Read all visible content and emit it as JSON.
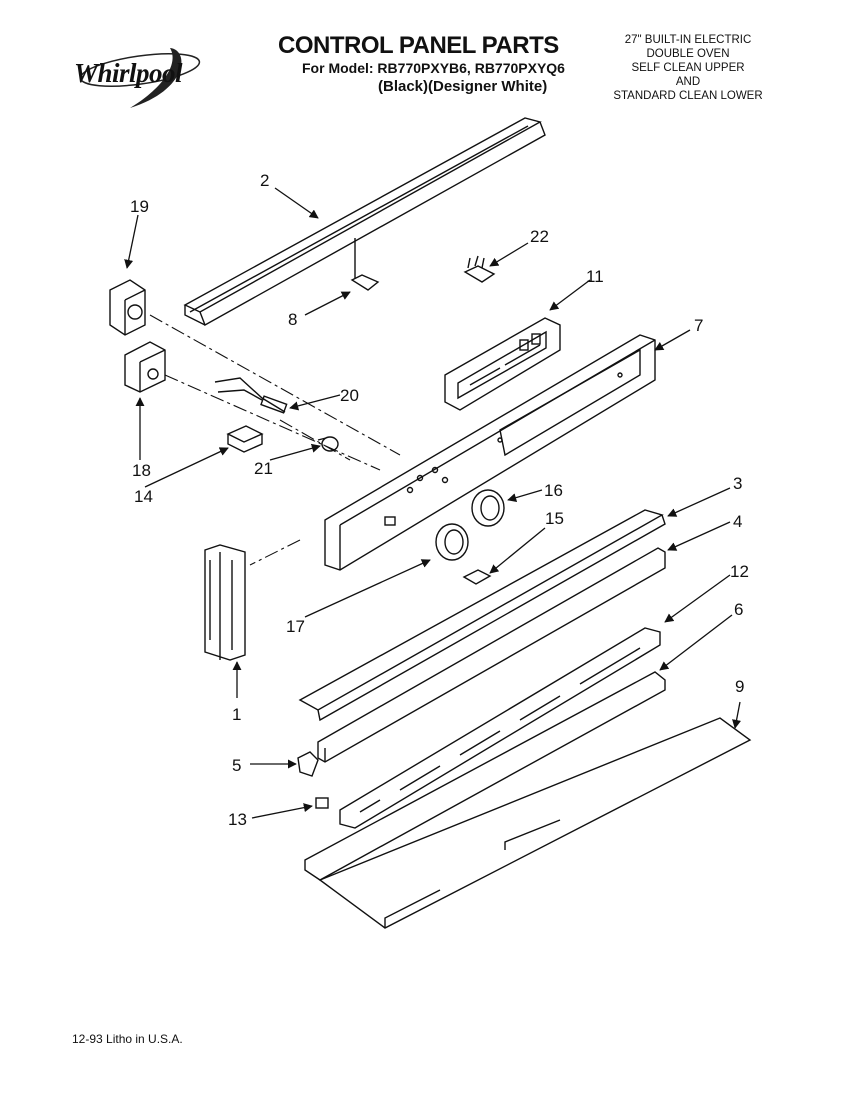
{
  "header": {
    "brand": "Whirlpool",
    "title": "CONTROL PANEL PARTS",
    "model_line": "For Model: RB770PXYB6, RB770PXYQ6",
    "color_line": "(Black)(Designer White)",
    "description": [
      "27\" BUILT-IN ELECTRIC",
      "DOUBLE OVEN",
      "SELF CLEAN UPPER",
      "AND",
      "STANDARD CLEAN LOWER"
    ]
  },
  "callouts": [
    "2",
    "19",
    "22",
    "11",
    "8",
    "7",
    "20",
    "18",
    "14",
    "21",
    "16",
    "3",
    "15",
    "4",
    "17",
    "12",
    "6",
    "1",
    "9",
    "5",
    "13"
  ],
  "footer": "12-93 Litho in U.S.A."
}
